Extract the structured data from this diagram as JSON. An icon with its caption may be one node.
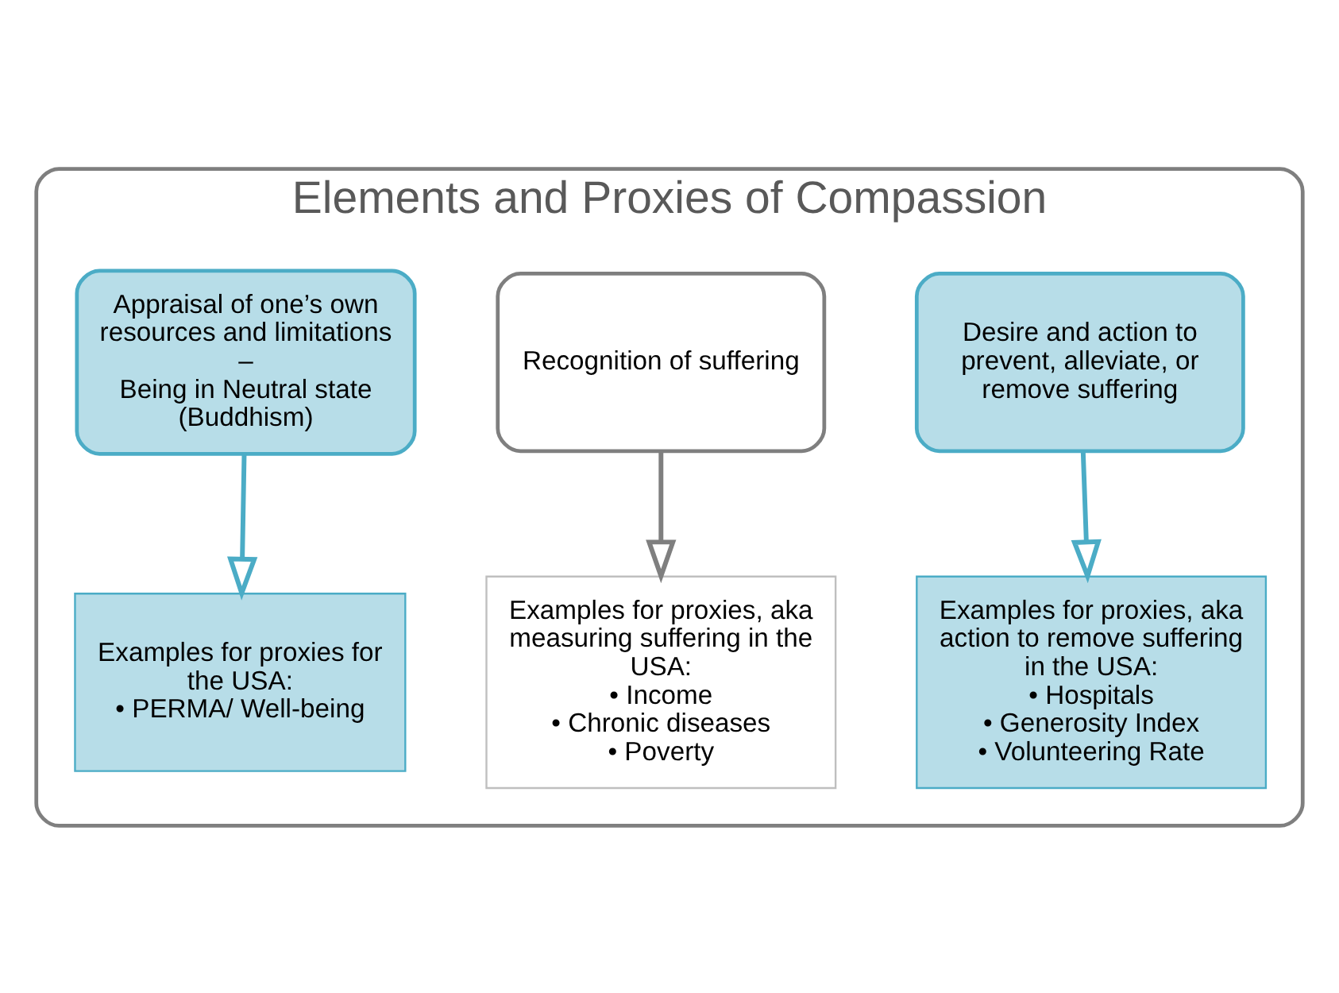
{
  "diagram": {
    "nodes": [
      {
        "text": [
          "Elements and Proxies of Compassion"
        ]
      },
      {
        "text": [
          "Appraisal of one’s own resources and limitations –",
          "Being in Neutral state (Buddhism)"
        ],
        "in": 0
      },
      {
        "text": [
          "Recognition of suffering"
        ],
        "in": 0
      },
      {
        "text": [
          "Desire and action to prevent, alleviate, or remove suffering"
        ],
        "in": 0
      },
      {
        "text": [
          "Examples for proxies for the USA:",
          "• PERMA/ Well-being"
        ],
        "in": 0
      },
      {
        "text": [
          "Examples for proxies, aka measuring suffering in the USA:",
          "• Income",
          "• Chronic diseases",
          "• Poverty"
        ],
        "in": 0
      },
      {
        "text": [
          "Examples for proxies, aka action to remove suffering in the USA:",
          "• Hospitals",
          "• Generosity Index",
          "• Volunteering Rate"
        ],
        "in": 0
      }
    ],
    "edges": [
      {
        "from": 1,
        "to": 4,
        "arrow": "to"
      },
      {
        "from": 2,
        "to": 5,
        "arrow": "to",
        "color": "#7f7f7f"
      },
      {
        "from": 3,
        "to": 6,
        "arrow": "to"
      }
    ]
  }
}
